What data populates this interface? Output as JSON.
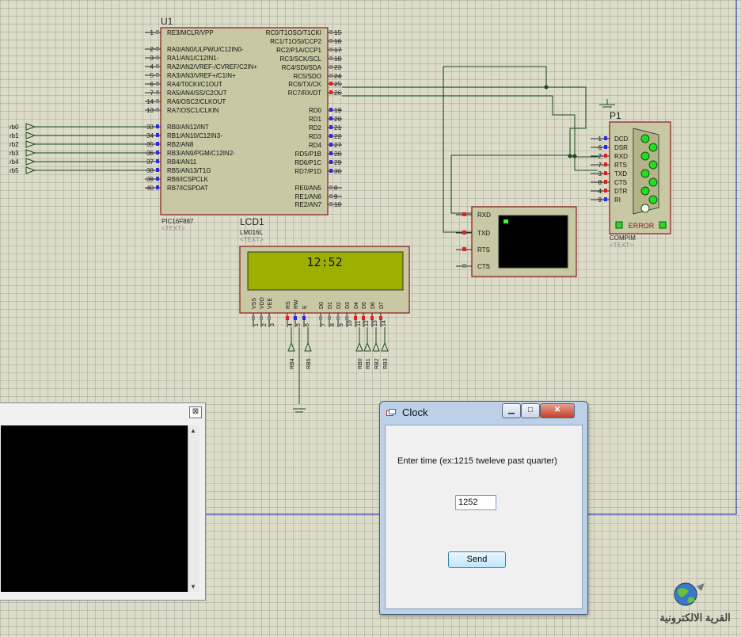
{
  "u1": {
    "ref": "U1",
    "part": "PIC16F887",
    "text": "<TEXT>",
    "left_pins": [
      {
        "num": "1",
        "name": "RE3/MCLR/VPP"
      },
      {
        "num": "2",
        "name": "RA0/AN0/ULPWU/C12IN0-"
      },
      {
        "num": "3",
        "name": "RA1/AN1/C12IN1-"
      },
      {
        "num": "4",
        "name": "RA2/AN2/VREF-/CVREF/C2IN+"
      },
      {
        "num": "5",
        "name": "RA3/AN3/VREF+/C1IN+"
      },
      {
        "num": "6",
        "name": "RA4/T0CKI/C1OUT"
      },
      {
        "num": "7",
        "name": "RA5/AN4/SS/C2OUT"
      },
      {
        "num": "14",
        "name": "RA6/OSC2/CLKOUT"
      },
      {
        "num": "13",
        "name": "RA7/OSC1/CLKIN"
      },
      {
        "num": "33",
        "name": "RB0/AN12/INT"
      },
      {
        "num": "34",
        "name": "RB1/AN10/C12IN3-"
      },
      {
        "num": "35",
        "name": "RB2/AN8"
      },
      {
        "num": "36",
        "name": "RB3/AN9/PGM/C12IN2-"
      },
      {
        "num": "37",
        "name": "RB4/AN11"
      },
      {
        "num": "38",
        "name": "RB5/AN13/T1G"
      },
      {
        "num": "39",
        "name": "RB6/ICSPCLK"
      },
      {
        "num": "40",
        "name": "RB7/ICSPDAT"
      }
    ],
    "right_pins": [
      {
        "num": "15",
        "name": "RC0/T1OSO/T1CKI"
      },
      {
        "num": "16",
        "name": "RC1/T1OSI/CCP2"
      },
      {
        "num": "17",
        "name": "RC2/P1A/CCP1"
      },
      {
        "num": "18",
        "name": "RC3/SCK/SCL"
      },
      {
        "num": "23",
        "name": "RC4/SDI/SDA"
      },
      {
        "num": "24",
        "name": "RC5/SDO"
      },
      {
        "num": "25",
        "name": "RC6/TX/CK"
      },
      {
        "num": "26",
        "name": "RC7/RX/DT"
      },
      {
        "num": "19",
        "name": "RD0"
      },
      {
        "num": "20",
        "name": "RD1"
      },
      {
        "num": "21",
        "name": "RD2"
      },
      {
        "num": "22",
        "name": "RD3"
      },
      {
        "num": "27",
        "name": "RD4"
      },
      {
        "num": "28",
        "name": "RD5/P1B"
      },
      {
        "num": "29",
        "name": "RD6/P1C"
      },
      {
        "num": "30",
        "name": "RD7/P1D"
      },
      {
        "num": "8",
        "name": "RE0/AN5"
      },
      {
        "num": "9",
        "name": "RE1/AN6"
      },
      {
        "num": "10",
        "name": "RE2/AN7"
      }
    ],
    "net_labels": [
      "rb0",
      "rb1",
      "rb2",
      "rb3",
      "rb4",
      "rb5"
    ]
  },
  "lcd": {
    "ref": "LCD1",
    "part": "LM016L",
    "text": "<TEXT>",
    "display": "12:52",
    "pin_names": [
      "VSS",
      "VDD",
      "VEE",
      "RS",
      "RW",
      "E",
      "D0",
      "D1",
      "D2",
      "D3",
      "D4",
      "D5",
      "D6",
      "D7"
    ],
    "pin_nums": [
      "1",
      "2",
      "3",
      "4",
      "5",
      "6",
      "7",
      "8",
      "9",
      "10",
      "11",
      "12",
      "13",
      "14"
    ],
    "net_labels": [
      "RB4",
      "RB5",
      "RB0",
      "RB1",
      "RB2",
      "RB3"
    ]
  },
  "vterm": {
    "pins": [
      "RXD",
      "TXD",
      "RTS",
      "CTS"
    ]
  },
  "p1": {
    "ref": "P1",
    "part": "COMPIM",
    "text": "<TEXT>",
    "status": "ERROR",
    "pins": [
      {
        "num": "1",
        "name": "DCD"
      },
      {
        "num": "6",
        "name": "DSR"
      },
      {
        "num": "2",
        "name": "RXD"
      },
      {
        "num": "7",
        "name": "RTS"
      },
      {
        "num": "3",
        "name": "TXD"
      },
      {
        "num": "8",
        "name": "CTS"
      },
      {
        "num": "4",
        "name": "DTR"
      },
      {
        "num": "9",
        "name": "RI"
      }
    ]
  },
  "terminal": {
    "close_label": "⊠",
    "up_arrow": "▲",
    "down_arrow": "▼"
  },
  "clock_dialog": {
    "title": "Clock",
    "prompt": "Enter time (ex:1215 tweleve past quarter)",
    "input_value": "1252",
    "send_label": "Send",
    "min_label": "▁",
    "max_label": "□",
    "close_label": "✕"
  },
  "watermark": {
    "text": "القرية الالكترونية"
  },
  "colors": {
    "wire": "#1a4a1a",
    "component_fill": "#c8c8a4",
    "component_border": "#8b1a1a",
    "lcd_screen": "#9db000",
    "bus_line": "#1a1acc"
  }
}
